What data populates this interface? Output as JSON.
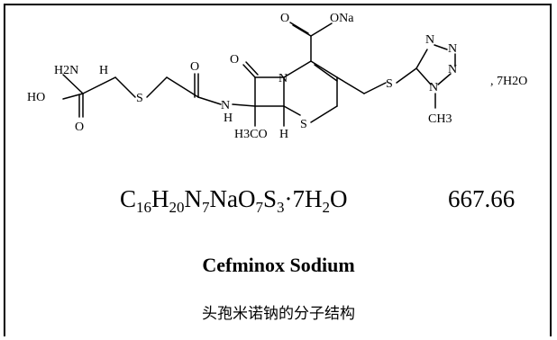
{
  "structure": {
    "atoms": {
      "h2n": "H2N",
      "h_alpha": "H",
      "ho": "HO",
      "o_acid": "O",
      "s_thioether": "S",
      "o_amide": "O",
      "nh_amide": "N",
      "h_amide": "H",
      "o_lactam": "O",
      "n_ring": "N",
      "h3co": "H3CO",
      "h_c6": "H",
      "s_ring": "S",
      "o_carboxyl": "O",
      "ona": "ONa",
      "s_tetrazole_link": "S",
      "n_t1": "N",
      "n_t2": "N",
      "n_t3": "N",
      "n_t4": "N",
      "ch3": "CH3"
    },
    "hydrate": ", 7H2O"
  },
  "formula": {
    "c": "C",
    "c_n": "16",
    "h": "H",
    "h_n": "20",
    "n": "N",
    "n_n": "7",
    "na": "NaO",
    "o_n": "7",
    "s": "S",
    "s_n": "3",
    "hydrate_prefix": "·7H",
    "hydrate_n": "2",
    "hydrate_suffix": "O"
  },
  "molecular_weight": "667.66",
  "compound_name": "Cefminox Sodium",
  "caption": "头孢米诺钠的分子结构"
}
